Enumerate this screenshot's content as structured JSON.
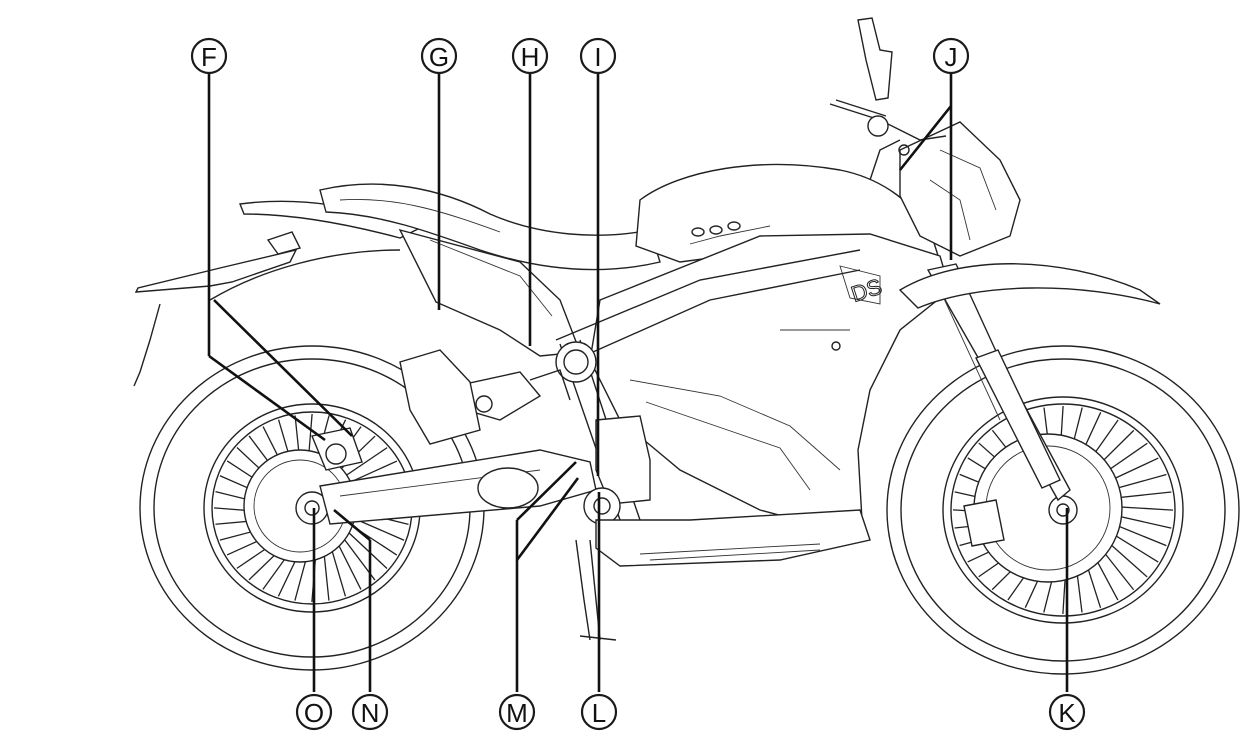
{
  "callouts": {
    "F": "F",
    "G": "G",
    "H": "H",
    "I": "I",
    "J": "J",
    "K": "K",
    "L": "L",
    "M": "M",
    "N": "N",
    "O": "O"
  },
  "colors": {
    "line": "#1a1a1a",
    "background": "#ffffff"
  }
}
